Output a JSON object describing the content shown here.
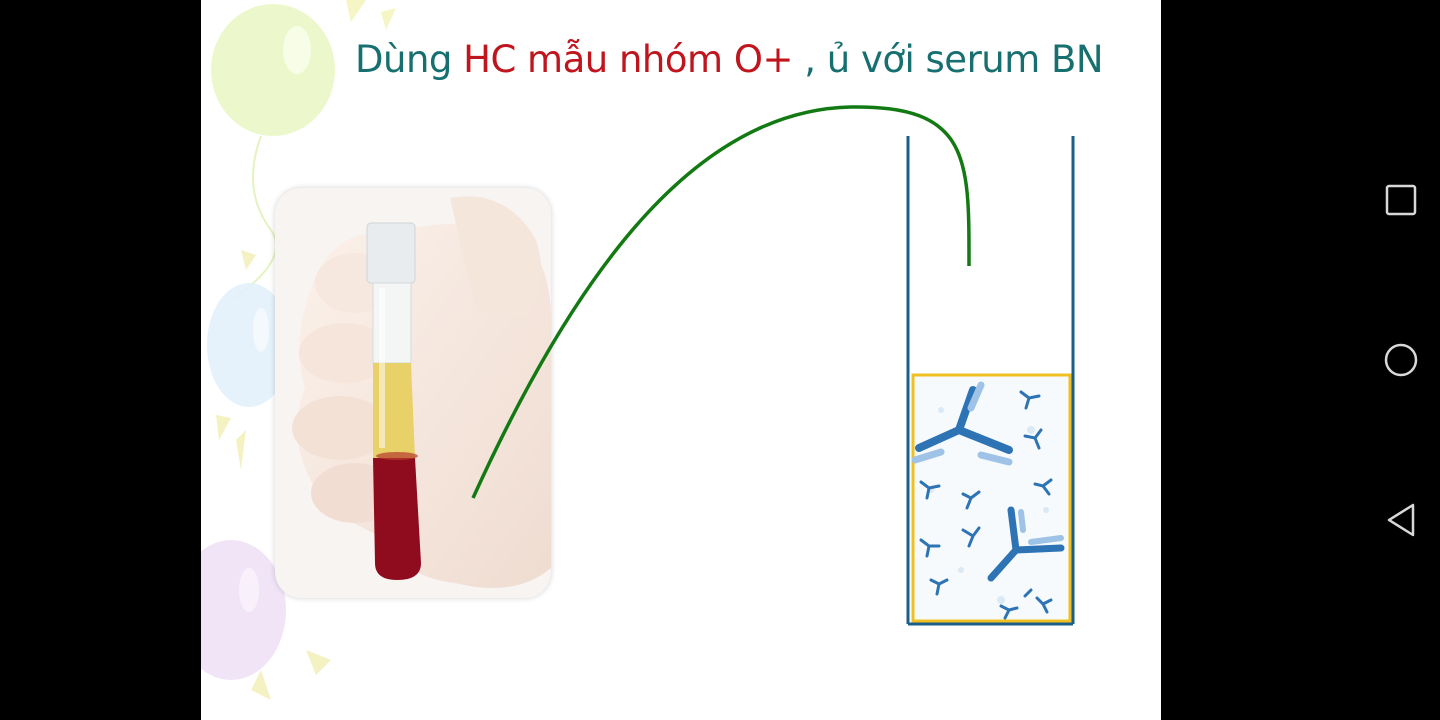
{
  "slide": {
    "title_prefix": "Dùng ",
    "title_highlight": "HC mẫu nhóm O+",
    "title_suffix": " , ủ với serum BN"
  },
  "icons": {
    "tube_photo": "blood-tube-in-hand-photo",
    "cuvette": "serum-cuvette-with-antibodies",
    "nav_recent": "square-icon",
    "nav_home": "circle-icon",
    "nav_back": "triangle-back-icon"
  },
  "colors": {
    "title": "#17706f",
    "highlight": "#c0151d",
    "arrow": "#137a13",
    "cuvette_wall": "#1a5f8a",
    "serum_border": "#f0c020",
    "antibody": "#2e74b5"
  }
}
